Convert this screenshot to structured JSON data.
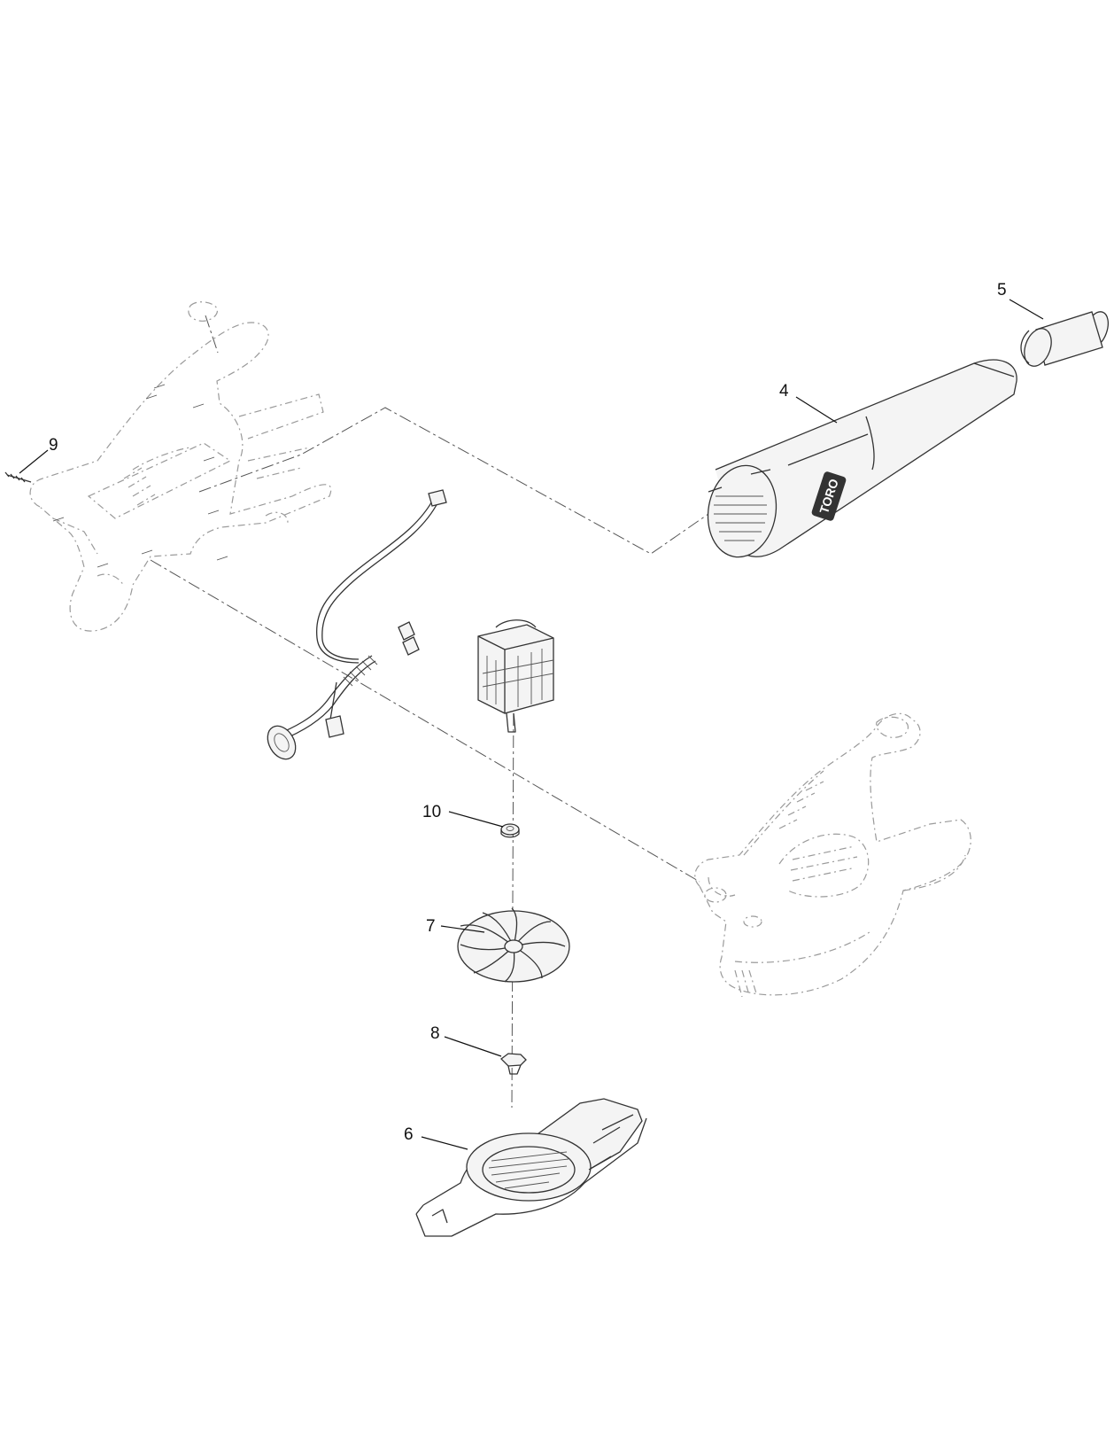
{
  "diagram": {
    "brand_label": "TORO",
    "callouts": [
      {
        "id": "4",
        "label": "4"
      },
      {
        "id": "5",
        "label": "5"
      },
      {
        "id": "6",
        "label": "6"
      },
      {
        "id": "7",
        "label": "7"
      },
      {
        "id": "8",
        "label": "8"
      },
      {
        "id": "9",
        "label": "9"
      },
      {
        "id": "10",
        "label": "10"
      }
    ]
  }
}
